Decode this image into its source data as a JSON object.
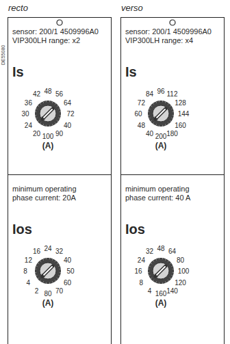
{
  "diagram": {
    "nodes": [
      {
        "text": [
          "recto"
        ]
      },
      {
        "text": [
          "sensor: 200/1 4509996A0 VIP300LH range: x2",
          "Is",
          "(A)"
        ],
        "in": 0
      },
      {
        "text": [
          "minimum operating phase current: 20A",
          "Ios",
          "(A)"
        ],
        "in": 0
      },
      {
        "text": [
          "verso"
        ]
      },
      {
        "text": [
          "sensor: 200/1 4509996A0 VIP300LH range: x4",
          "Is",
          "(A)"
        ],
        "in": 3
      },
      {
        "text": [
          "minimum operating phase current: 40 A",
          "Ios",
          "(A)"
        ],
        "in": 3
      }
    ],
    "labels": [
      "DE55080",
      "20",
      "24",
      "30",
      "36",
      "42",
      "48",
      "56",
      "64",
      "72",
      "40",
      "90",
      "100",
      "2",
      "4",
      "8",
      "12",
      "16",
      "24",
      "32",
      "40",
      "50",
      "60",
      "70",
      "80",
      "40",
      "48",
      "60",
      "72",
      "84",
      "96",
      "112",
      "128",
      "144",
      "160",
      "180",
      "200",
      "4",
      "8",
      "16",
      "24",
      "32",
      "48",
      "64",
      "80",
      "100",
      "120",
      "140",
      "160"
    ]
  }
}
